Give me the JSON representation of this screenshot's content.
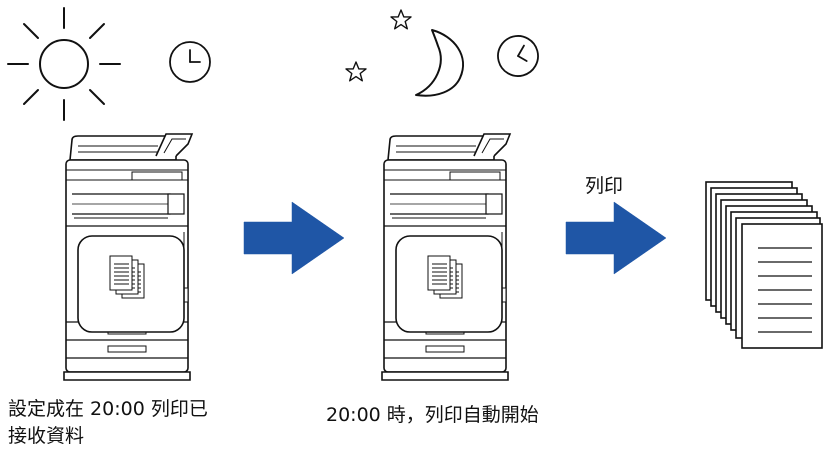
{
  "scene_1": {
    "caption": "設定成在 20:00 列印已\n接收資料",
    "icons": [
      "sun-icon",
      "clock-icon",
      "printer-icon",
      "documents-icon"
    ]
  },
  "scene_2": {
    "caption": "20:00 時，列印自動開始",
    "icons": [
      "star-icon",
      "moon-icon",
      "clock-icon",
      "printer-icon",
      "documents-icon"
    ]
  },
  "arrow_2": {
    "label": "列印"
  },
  "output": {
    "icon": "paper-stack-icon"
  },
  "colors": {
    "arrow": "#1f56a6",
    "line": "#111111",
    "background": "#ffffff"
  }
}
